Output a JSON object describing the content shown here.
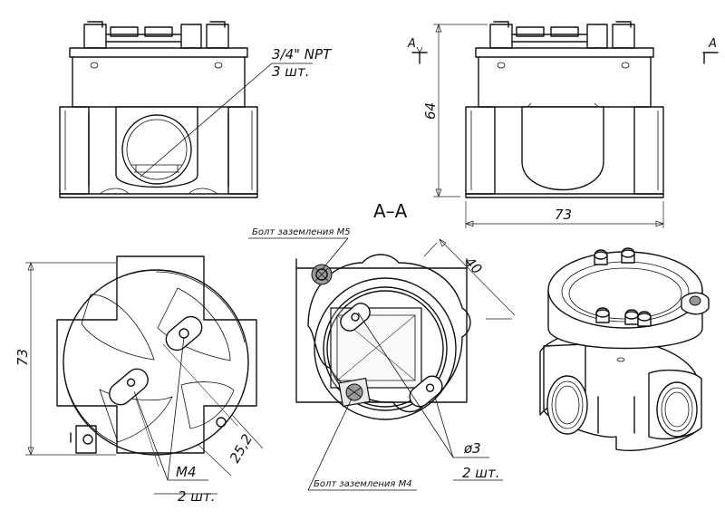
{
  "labels": {
    "thread_size": "3/4\" NPT",
    "thread_count": "3 шт.",
    "section_mark_left": "A",
    "section_mark_right": "A",
    "section_title": "A–A",
    "height_64": "64",
    "width_73": "73",
    "height_73": "73",
    "dim_40": "40",
    "dim_25_2": "25,2",
    "bolt_m5": "Болт заземления М5",
    "bolt_m4": "Болт заземления М4",
    "screw_m4": "М4",
    "screw_m4_count": "2 шт.",
    "hole_d3": "ø3",
    "hole_d3_count": "2 шт."
  }
}
